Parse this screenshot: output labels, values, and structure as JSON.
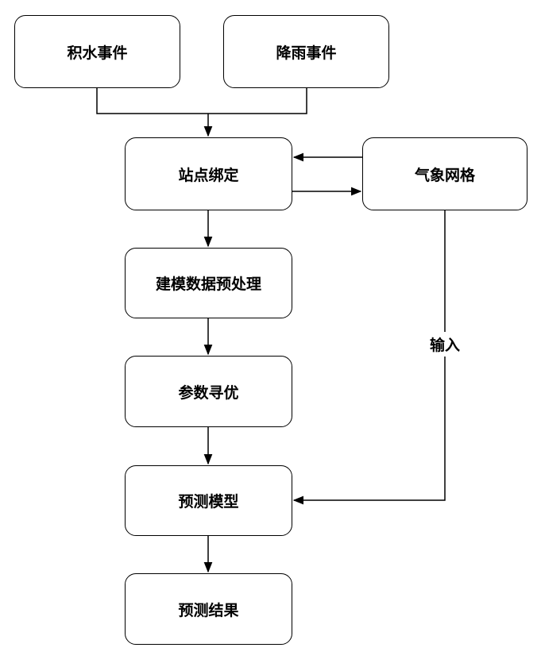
{
  "nodes": {
    "ponding_event": "积水事件",
    "rainfall_event": "降雨事件",
    "station_binding": "站点绑定",
    "weather_grid": "气象网格",
    "preprocessing": "建模数据预处理",
    "param_optimization": "参数寻优",
    "prediction_model": "预测模型",
    "prediction_result": "预测结果"
  },
  "edge_labels": {
    "input": "输入"
  },
  "colors": {
    "stroke": "#000000",
    "fill": "#ffffff"
  }
}
